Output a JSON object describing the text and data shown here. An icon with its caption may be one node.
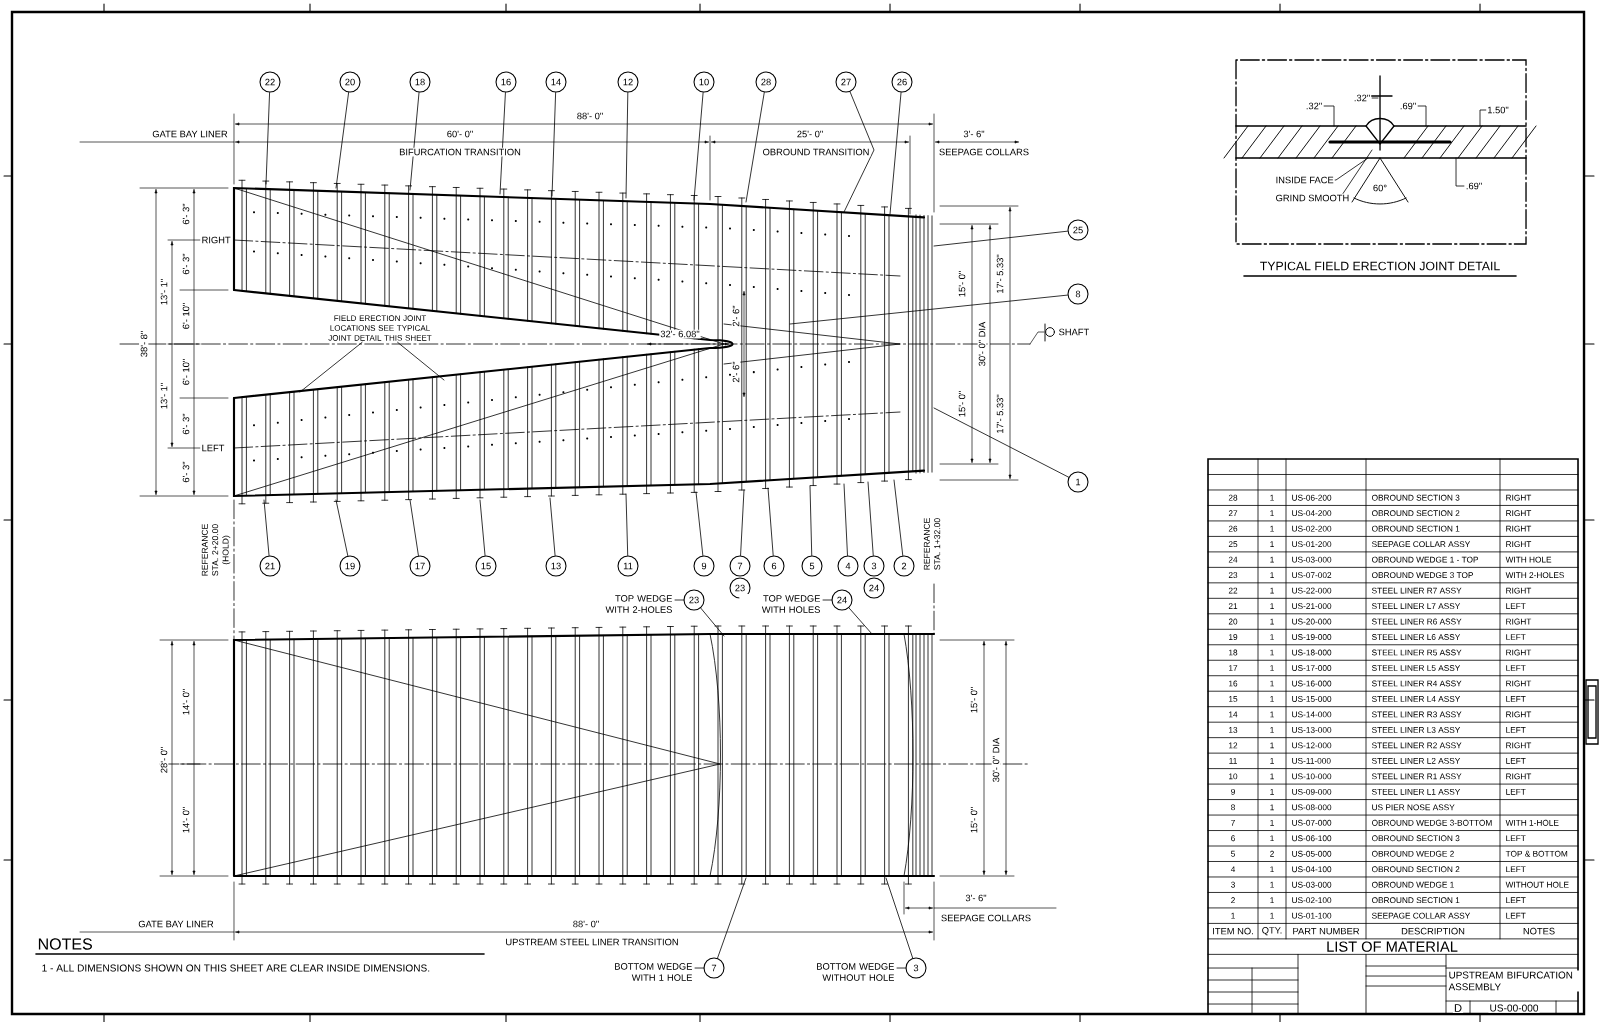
{
  "diagram": {
    "nodes": [
      {
        "text": [
          "22"
        ]
      },
      {
        "text": [
          "20"
        ]
      },
      {
        "text": [
          "18"
        ]
      },
      {
        "text": [
          "16"
        ]
      },
      {
        "text": [
          "14"
        ]
      },
      {
        "text": [
          "12"
        ]
      },
      {
        "text": [
          "10"
        ]
      },
      {
        "text": [
          "28"
        ]
      },
      {
        "text": [
          "27"
        ]
      },
      {
        "text": [
          "26"
        ]
      },
      {
        "text": [
          "FIELD ERECTION JOINT LOCATIONS SEE TYPICAL JOINT DETAIL THIS SHEET"
        ]
      },
      {
        "text": [
          "25"
        ]
      },
      {
        "text": [
          "8"
        ]
      },
      {
        "text": [
          "1"
        ]
      },
      {
        "text": [
          "21"
        ]
      },
      {
        "text": [
          "19"
        ]
      },
      {
        "text": [
          "17"
        ]
      },
      {
        "text": [
          "15"
        ]
      },
      {
        "text": [
          "13"
        ]
      },
      {
        "text": [
          "11"
        ]
      },
      {
        "text": [
          "9"
        ]
      },
      {
        "text": [
          "7"
        ]
      },
      {
        "text": [
          "6"
        ]
      },
      {
        "text": [
          "5"
        ]
      },
      {
        "text": [
          "4"
        ]
      },
      {
        "text": [
          "3"
        ]
      },
      {
        "text": [
          "2"
        ]
      },
      {
        "text": [
          "23"
        ]
      },
      {
        "text": [
          "24"
        ]
      },
      {
        "text": [
          "23"
        ],
        "beside": [
          "TOP WEDGE WITH 2-HOLES"
        ]
      },
      {
        "text": [
          "24"
        ],
        "beside": [
          "TOP WEDGE WITH HOLES"
        ]
      },
      {
        "text": [
          "7"
        ],
        "beside": [
          "BOTTOM WEDGE WITH 1 HOLE"
        ]
      },
      {
        "text": [
          "3"
        ],
        "beside": [
          "BOTTOM WEDGE WITHOUT HOLE"
        ]
      }
    ],
    "edges": [
      {
        "from": 0,
        "to": null,
        "arrow": "none"
      },
      {
        "from": 1,
        "to": null,
        "arrow": "none"
      },
      {
        "from": 2,
        "to": null,
        "arrow": "none"
      },
      {
        "from": 3,
        "to": null,
        "arrow": "none"
      },
      {
        "from": 4,
        "to": null,
        "arrow": "none"
      },
      {
        "from": 5,
        "to": null,
        "arrow": "none"
      },
      {
        "from": 6,
        "to": null,
        "arrow": "none"
      },
      {
        "from": 7,
        "to": null,
        "arrow": "none"
      },
      {
        "from": 8,
        "to": null,
        "arrow": "none"
      },
      {
        "from": 9,
        "to": null,
        "arrow": "none"
      },
      {
        "from": 10,
        "to": null,
        "arrow": "none"
      },
      {
        "from": 10,
        "to": null,
        "arrow": "none"
      },
      {
        "from": 11,
        "to": null,
        "arrow": "none"
      },
      {
        "from": 12,
        "to": null,
        "arrow": "none"
      },
      {
        "from": 13,
        "to": null,
        "arrow": "none"
      },
      {
        "from": 14,
        "to": null,
        "arrow": "none"
      },
      {
        "from": 15,
        "to": null,
        "arrow": "none"
      },
      {
        "from": 16,
        "to": null,
        "arrow": "none"
      },
      {
        "from": 17,
        "to": null,
        "arrow": "none"
      },
      {
        "from": 18,
        "to": null,
        "arrow": "none"
      },
      {
        "from": 19,
        "to": null,
        "arrow": "none"
      },
      {
        "from": 20,
        "to": null,
        "arrow": "none"
      },
      {
        "from": 21,
        "to": null,
        "arrow": "none"
      },
      {
        "from": 22,
        "to": null,
        "arrow": "none"
      },
      {
        "from": 23,
        "to": null,
        "arrow": "none"
      },
      {
        "from": 24,
        "to": null,
        "arrow": "none"
      },
      {
        "from": 25,
        "to": null,
        "arrow": "none"
      },
      {
        "from": 26,
        "to": null,
        "arrow": "none"
      },
      {
        "from": 29,
        "to": null,
        "arrow": "none"
      },
      {
        "from": 30,
        "to": null,
        "arrow": "none"
      },
      {
        "from": 31,
        "to": null,
        "arrow": "none"
      },
      {
        "from": 32,
        "to": null,
        "arrow": "none"
      }
    ],
    "labels": [
      "GATE BAY LINER",
      "88'- 0\"",
      "60'- 0\"",
      "BIFURCATION TRANSITION",
      "25'- 0\"",
      "OBROUND TRANSITION",
      "3'- 6\"",
      "SEEPAGE COLLARS",
      "RIGHT",
      "6'- 3\"",
      "6'- 3\"",
      "6'- 10\"",
      "6'- 10\"",
      "6'- 3\"",
      "6'- 3\"",
      "LEFT",
      "13'- 1\"",
      "13'- 1\"",
      "38'- 8\"",
      "32'- 6.08\"",
      "2'- 6\"",
      "2'- 6\"",
      "15'- 0\"",
      "15'- 0\"",
      "30'- 0\" DIA",
      "17'- 5.33\"",
      "17'- 5.33\"",
      "SHAFT",
      "REFERANCE STA. 2+20.00 (HOLD)",
      "REFERANCE STA. 1+32.00",
      "14'- 0\"",
      "14'- 0\"",
      "28'- 0\"",
      "15'- 0\"",
      "15'- 0\"",
      "30'- 0\" DIA",
      "3'- 6\"",
      "SEEPAGE COLLARS",
      "GATE BAY LINER",
      "88'- 0\"",
      "UPSTREAM STEEL LINER TRANSITION",
      "NOTES",
      "1 - ALL DIMENSIONS SHOWN ON THIS SHEET ARE CLEAR INSIDE DIMENSIONS.",
      ".32\"",
      ".32\"",
      ".69\"",
      "1.50\"",
      ".69\"",
      "INSIDE FACE",
      "GRIND SMOOTH",
      "60°",
      "TYPICAL FIELD ERECTION JOINT DETAIL",
      "28",
      "1",
      "US-06-200",
      "OBROUND SECTION 3",
      "RIGHT",
      "27",
      "1",
      "US-04-200",
      "OBROUND SECTION 2",
      "RIGHT",
      "26",
      "1",
      "US-02-200",
      "OBROUND SECTION 1",
      "RIGHT",
      "25",
      "1",
      "US-01-200",
      "SEEPAGE COLLAR ASSY",
      "RIGHT",
      "24",
      "1",
      "US-03-000",
      "OBROUND WEDGE 1 - TOP",
      "WITH HOLE",
      "23",
      "1",
      "US-07-002",
      "OBROUND WEDGE 3 TOP",
      "WITH 2-HOLES",
      "22",
      "1",
      "US-22-000",
      "STEEL LINER R7 ASSY",
      "RIGHT",
      "21",
      "1",
      "US-21-000",
      "STEEL LINER L7 ASSY",
      "LEFT",
      "20",
      "1",
      "US-20-000",
      "STEEL LINER R6 ASSY",
      "RIGHT",
      "19",
      "1",
      "US-19-000",
      "STEEL LINER L6 ASSY",
      "LEFT",
      "18",
      "1",
      "US-18-000",
      "STEEL LINER R5 ASSY",
      "RIGHT",
      "17",
      "1",
      "US-17-000",
      "STEEL LINER L5 ASSY",
      "LEFT",
      "16",
      "1",
      "US-16-000",
      "STEEL LINER R4 ASSY",
      "RIGHT",
      "15",
      "1",
      "US-15-000",
      "STEEL LINER L4 ASSY",
      "LEFT",
      "14",
      "1",
      "US-14-000",
      "STEEL LINER R3 ASSY",
      "RIGHT",
      "13",
      "1",
      "US-13-000",
      "STEEL LINER L3 ASSY",
      "LEFT",
      "12",
      "1",
      "US-12-000",
      "STEEL LINER R2 ASSY",
      "RIGHT",
      "11",
      "1",
      "US-11-000",
      "STEEL LINER L2 ASSY",
      "LEFT",
      "10",
      "1",
      "US-10-000",
      "STEEL LINER R1 ASSY",
      "RIGHT",
      "9",
      "1",
      "US-09-000",
      "STEEL LINER L1 ASSY",
      "LEFT",
      "8",
      "1",
      "US-08-000",
      "US PIER NOSE ASSY",
      "7",
      "1",
      "US-07-000",
      "OBROUND WEDGE 3-BOTTOM",
      "WITH 1-HOLE",
      "6",
      "1",
      "US-06-100",
      "OBROUND SECTION 3",
      "LEFT",
      "5",
      "2",
      "US-05-000",
      "OBROUND WEDGE 2",
      "TOP & BOTTOM",
      "4",
      "1",
      "US-04-100",
      "OBROUND SECTION 2",
      "LEFT",
      "3",
      "1",
      "US-03-000",
      "OBROUND WEDGE 1",
      "WITHOUT HOLE",
      "2",
      "1",
      "US-02-100",
      "OBROUND SECTION 1",
      "LEFT",
      "1",
      "1",
      "US-01-100",
      "SEEPAGE COLLAR ASSY",
      "LEFT",
      "ITEM NO.",
      "QTY.",
      "PART NUMBER",
      "DESCRIPTION",
      "NOTES",
      "LIST OF MATERIAL",
      "UPSTREAM BIFURCATION ASSEMBLY",
      "D",
      "US-00-000"
    ]
  }
}
